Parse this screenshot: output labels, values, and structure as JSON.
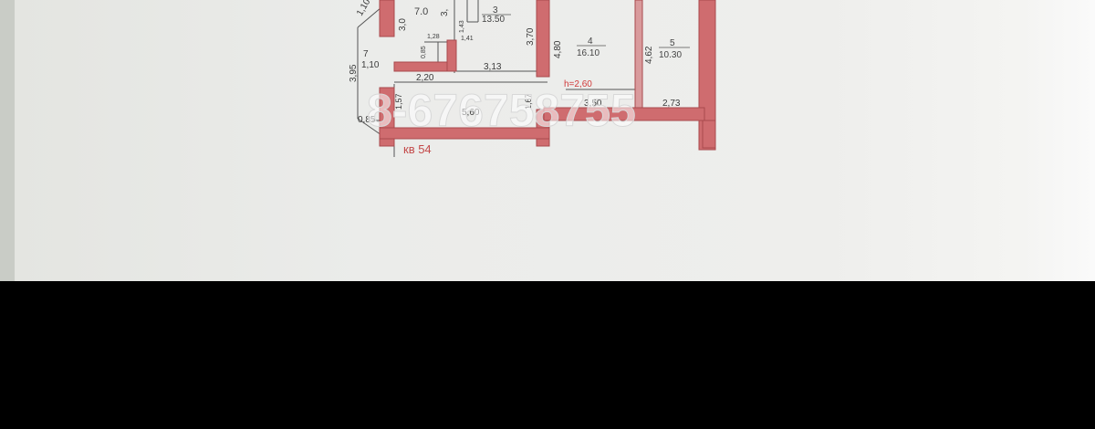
{
  "plan": {
    "rooms": [
      {
        "number": "7.0",
        "area": ""
      },
      {
        "number": "3",
        "area": "13.50"
      },
      {
        "number": "4",
        "area": "16.10"
      },
      {
        "number": "5",
        "area": "10.30"
      }
    ],
    "dimensions": {
      "d_1_10": "1,10",
      "d_3_0": "3,0",
      "d_3_95": "3,95",
      "d_1_10b": "1,10",
      "d_7": "7",
      "d_1_28": "1,28",
      "d_0_85": "0,85",
      "d_1_43": "1,43",
      "d_3_70": "3,70",
      "d_4_80": "4,80",
      "d_4_62": "4,62",
      "d_2_20": "2,20",
      "d_3_13": "3,13",
      "d_1_57": "1,57",
      "d_1_67": "1,67",
      "d_0_85b": "0,85",
      "d_5_60": "5,60",
      "d_3_50": "3,50",
      "d_2_73": "2,73",
      "d_3_x": "3,",
      "d_1_41": "1,41"
    },
    "height_label": "h=2,60",
    "apartment_label": "кв 54",
    "watermark": "8-676758755"
  },
  "colors": {
    "wall": "#cf6c6f",
    "wall_edge": "#a94a4e",
    "height_text": "#d03a3a",
    "apartment_text": "#c44a4a"
  }
}
